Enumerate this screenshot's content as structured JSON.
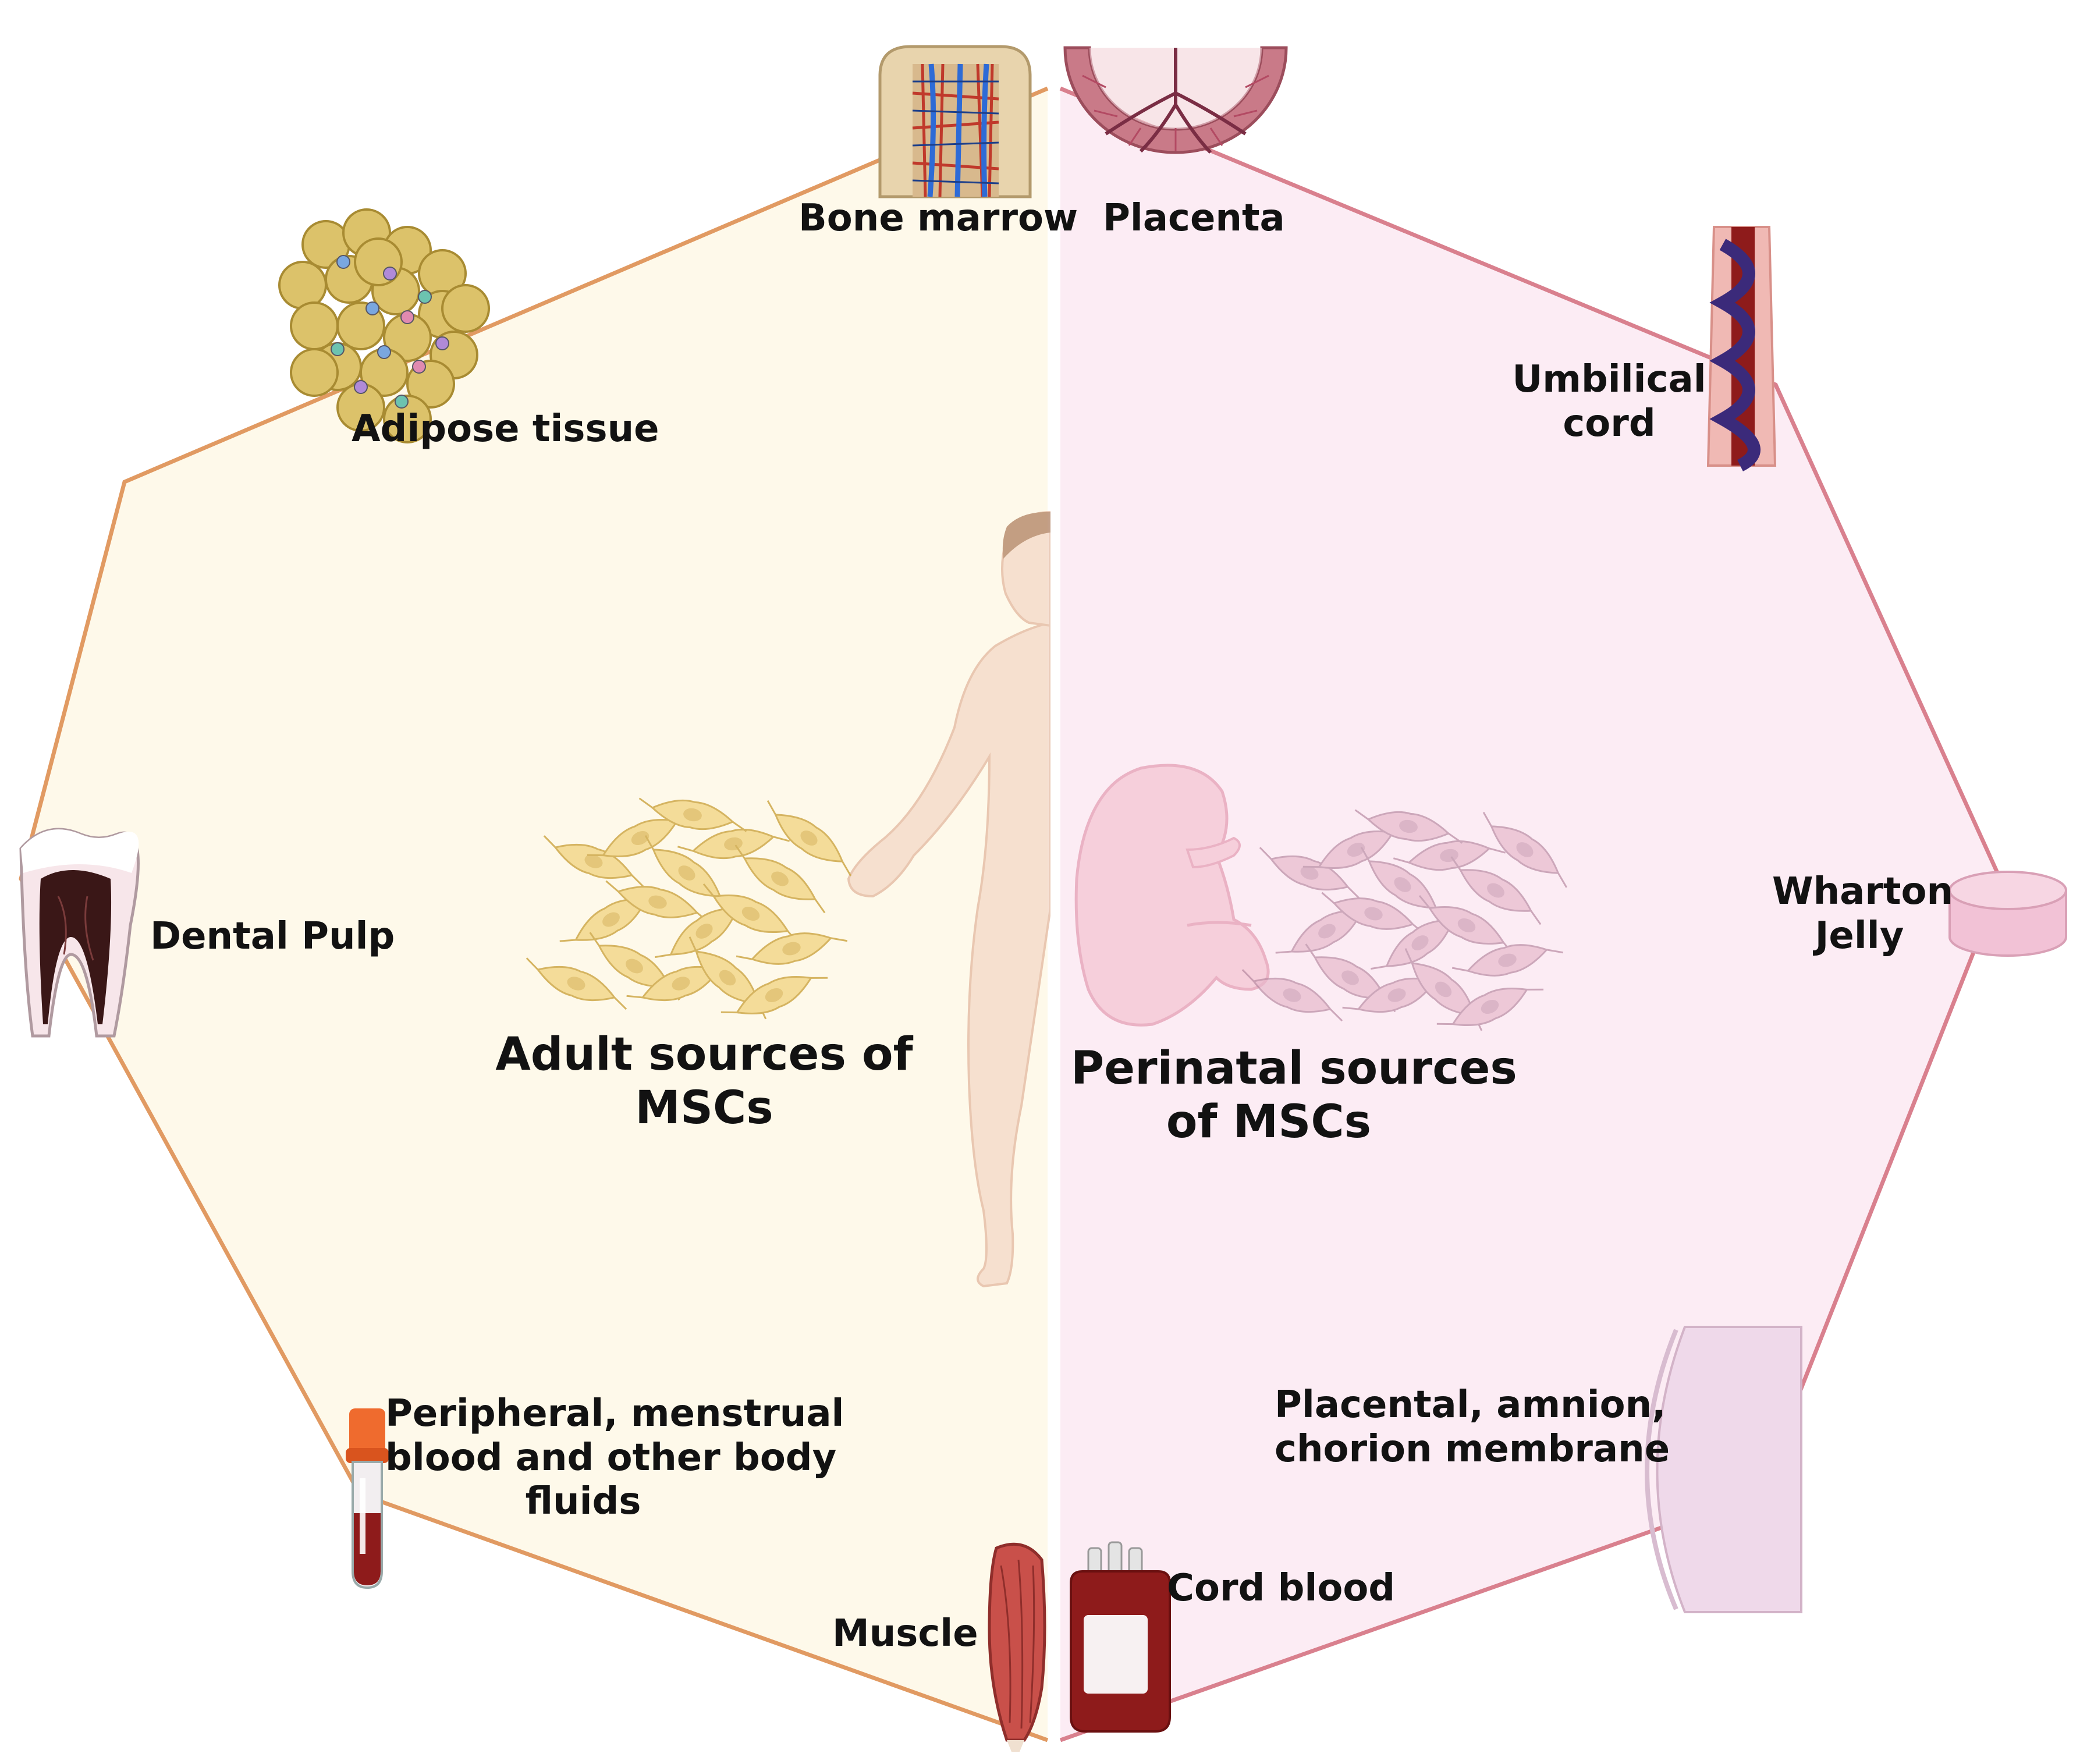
{
  "colors": {
    "adult_bg": "#fef9ea",
    "perinatal_bg": "#fcecf4",
    "adult_line": "#e19a62",
    "perinatal_line": "#d9808e",
    "skin": "#f4d8c6",
    "blood": "#8e1b1b",
    "vessel_red": "#c0392b",
    "vessel_blue": "#2e6bd6",
    "fat": "#dcc26a",
    "cell_yellow": "#f3d88b",
    "cell_pink": "#e8b9cc",
    "tube_cap": "#ef6b2e",
    "membrane": "#efd9ea",
    "wharton": "#f2c2d6"
  },
  "icons": [
    "bone-marrow-icon",
    "placenta-icon",
    "adipose-tissue-icon",
    "umbilical-cord-icon",
    "tooth-icon",
    "wharton-jelly-icon",
    "blood-tube-icon",
    "membrane-icon",
    "muscle-icon",
    "cord-blood-bag-icon",
    "human-body-icon",
    "fetus-icon",
    "adult-cells-icon",
    "perinatal-cells-icon"
  ],
  "labels": {
    "bone_marrow": "Bone marrow",
    "placenta": "Placenta",
    "adipose": "Adipose tissue",
    "umbilical_1": "Umbilical",
    "umbilical_2": "cord",
    "dental": "Dental Pulp",
    "wharton_1": "Wharton",
    "wharton_2": "Jelly",
    "adult_1": "Adult sources of",
    "adult_2": "MSCs",
    "perinatal_1": "Perinatal sources",
    "perinatal_2": "of MSCs",
    "peripheral_1": "Peripheral, menstrual",
    "peripheral_2": "blood and other body",
    "peripheral_3": "fluids",
    "membrane_1": "Placental, amnion,",
    "membrane_2": "chorion membrane",
    "muscle": "Muscle",
    "cord_blood": "Cord blood"
  }
}
